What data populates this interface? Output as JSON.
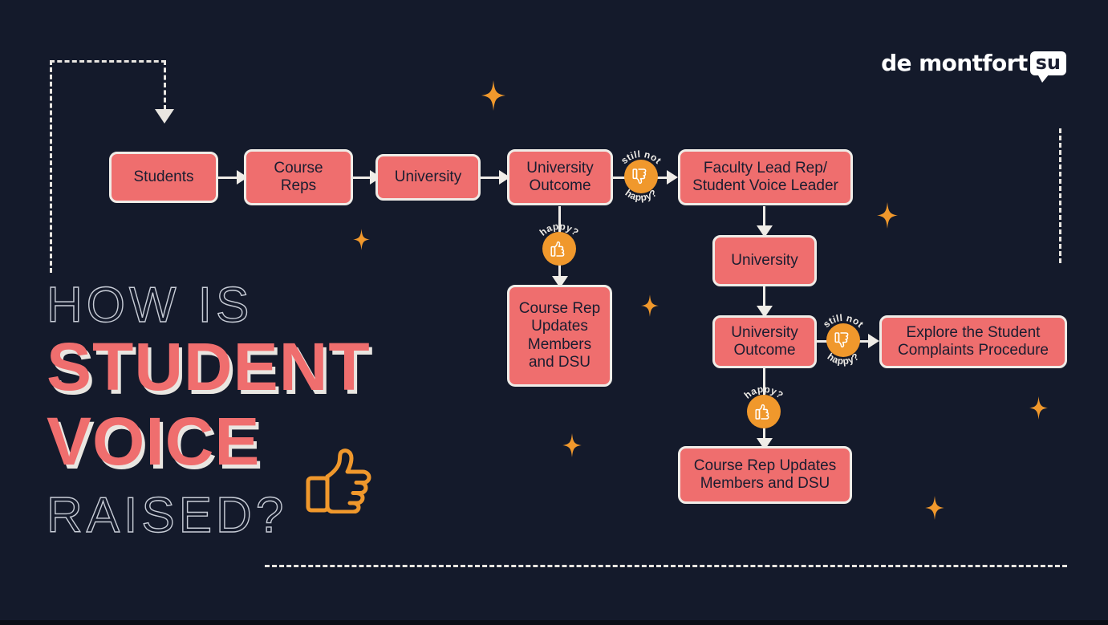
{
  "meta": {
    "background_color": "#141a2b",
    "accent_coral": "#ef6e6e",
    "accent_orange": "#f0982c",
    "line_color": "#efece7"
  },
  "logo": {
    "wordmark": "de montfort",
    "badge": "su",
    "bubble_icon": "speech-bubble-icon"
  },
  "headline": {
    "line1": "HOW IS",
    "line2": "STUDENT",
    "line3": "VOICE",
    "line4": "RAISED?",
    "thumb_icon": "thumbs-up-icon"
  },
  "flow": {
    "nodes": [
      {
        "id": "students",
        "label": "Students"
      },
      {
        "id": "course-reps",
        "label": "Course\nReps"
      },
      {
        "id": "university-1",
        "label": "University"
      },
      {
        "id": "university-outcome-1",
        "label": "University\nOutcome"
      },
      {
        "id": "faculty-lead-rep",
        "label": "Faculty Lead Rep/\nStudent Voice Leader"
      },
      {
        "id": "course-rep-updates-1",
        "label": "Course Rep\nUpdates\nMembers\nand DSU"
      },
      {
        "id": "university-2",
        "label": "University"
      },
      {
        "id": "university-outcome-2",
        "label": "University\nOutcome"
      },
      {
        "id": "complaints-procedure",
        "label": "Explore the Student\nComplaints Procedure"
      },
      {
        "id": "course-rep-updates-2",
        "label": "Course Rep Updates\nMembers and DSU"
      }
    ],
    "badges": [
      {
        "id": "unhappy-1",
        "top_label": "still not",
        "bottom_label": "happy?",
        "icon": "thumbs-down-icon"
      },
      {
        "id": "happy-1",
        "top_label": "happy?",
        "bottom_label": "",
        "icon": "thumbs-up-icon"
      },
      {
        "id": "unhappy-2",
        "top_label": "still not",
        "bottom_label": "happy?",
        "icon": "thumbs-down-icon"
      },
      {
        "id": "happy-2",
        "top_label": "happy?",
        "bottom_label": "",
        "icon": "thumbs-up-icon"
      }
    ]
  }
}
